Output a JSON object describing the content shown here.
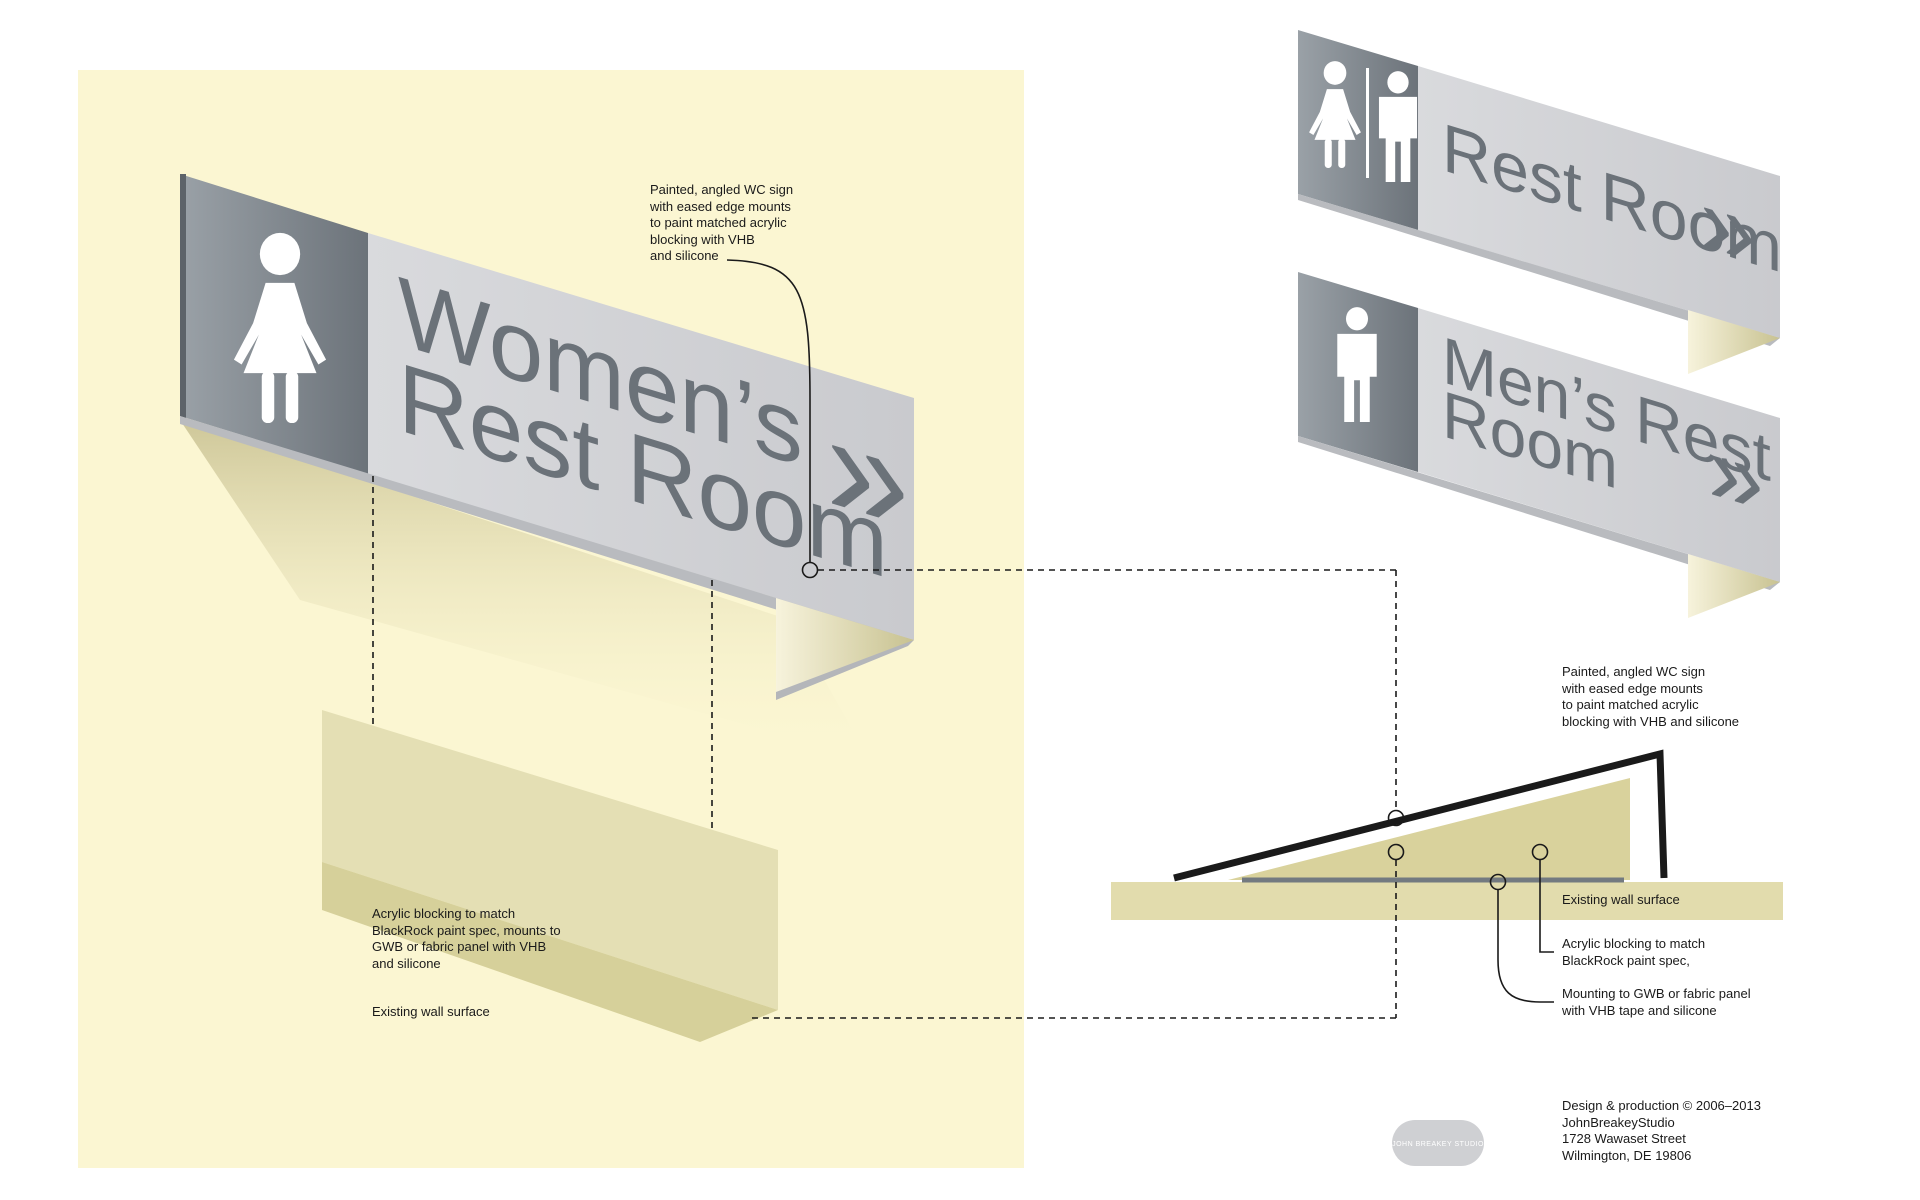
{
  "colors": {
    "panel_background": "#fbf6d2",
    "sign_face": "#d4d5d9",
    "icon_panel": "#7f868d",
    "sign_text": "#6b7279",
    "blocking": "#ddd8a6",
    "wall": "#e2dcad",
    "line": "#1a1a1a"
  },
  "main_sign": {
    "line1": "Women’s",
    "line2": "Rest Room",
    "arrow": "»",
    "icon": "woman-icon"
  },
  "rest_room_sign": {
    "label": "Rest Room",
    "arrow": "»",
    "icons": [
      "woman-icon",
      "man-icon"
    ]
  },
  "mens_sign": {
    "line1": "Men’s Rest",
    "line2": "Room",
    "arrow": "»",
    "icon": "man-icon"
  },
  "callouts": {
    "painted_sign_left": "Painted, angled WC sign\nwith eased edge mounts\nto paint matched acrylic\nblocking with VHB\nand silicone",
    "acrylic_blocking_left": "Acrylic blocking to match\nBlackRock paint spec, mounts to\nGWB or fabric panel with VHB\nand silicone",
    "existing_wall_left": "Existing wall surface",
    "painted_sign_right": "Painted, angled WC sign\nwith eased edge mounts\nto paint matched acrylic\nblocking with VHB and silicone",
    "existing_wall_right": "Existing wall surface",
    "acrylic_blocking_right": "Acrylic blocking to match\nBlackRock paint spec,",
    "mounting_right": "Mounting to GWB or fabric panel\nwith VHB tape and silicone"
  },
  "credits": {
    "text": "Design & production © 2006–2013\nJohnBreakeyStudio\n1728 Wawaset Street\nWilmington, DE 19806",
    "logo_text": "JOHN BREAKEY STUDIO"
  }
}
